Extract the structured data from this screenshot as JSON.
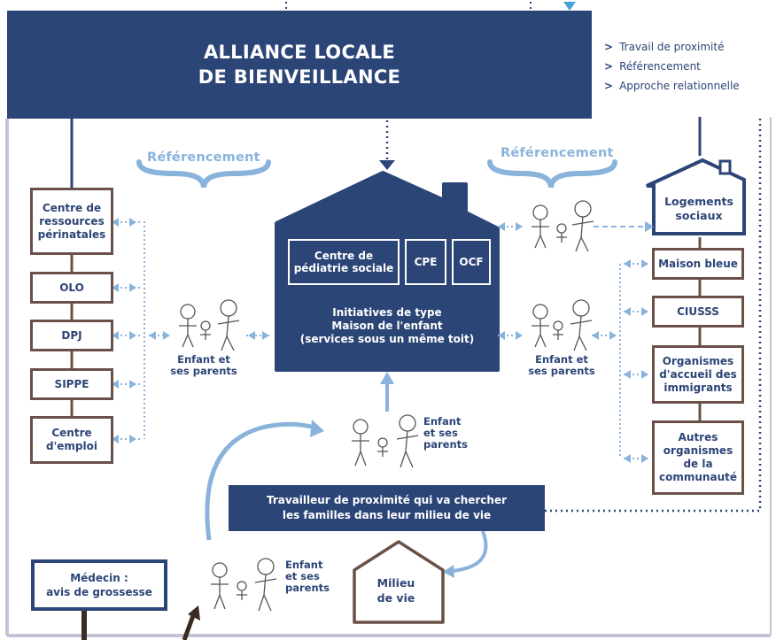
{
  "header": {
    "title": "ALLIANCE LOCALE\nDE BIENVEILLANCE",
    "bullets": [
      "Travail de proximité",
      "Référencement",
      "Approche relationnelle"
    ],
    "bullet_glyph": ">"
  },
  "referencement": {
    "left": "Référencement",
    "right": "Référencement"
  },
  "left_boxes": [
    "Centre de\nressources\npérinatales",
    "OLO",
    "DPJ",
    "SIPPE",
    "Centre\nd'emploi"
  ],
  "right_boxes": {
    "housing": "Logements\nsociaux",
    "items": [
      "Maison bleue",
      "CIUSSS",
      "Organismes\nd'accueil des\nimmigrants",
      "Autres\norganismes\nde la\ncommunauté"
    ]
  },
  "center_house": {
    "boxes": [
      "Centre de\npédiatrie sociale",
      "CPE",
      "OCF"
    ],
    "caption": "Initiatives de type\nMaison de l'enfant\n(services sous un même toit)"
  },
  "family_captions": {
    "left": "Enfant et\nses parents",
    "right": "Enfant et\nses parents",
    "middle": "Enfant\net ses\nparents",
    "bottom": "Enfant\net ses\nparents"
  },
  "worker": "Travailleur de proximité qui va chercher\nles familles dans leur milieu de vie",
  "doctor": "Médecin :\navis de grossesse",
  "milieu": "Milieu\nde vie",
  "colors": {
    "navy": "#2c4577",
    "brown": "#6a5047",
    "light_blue": "#8ab3dc",
    "dotted_blue": "#2c4577",
    "frame": "#c4c3d6"
  }
}
